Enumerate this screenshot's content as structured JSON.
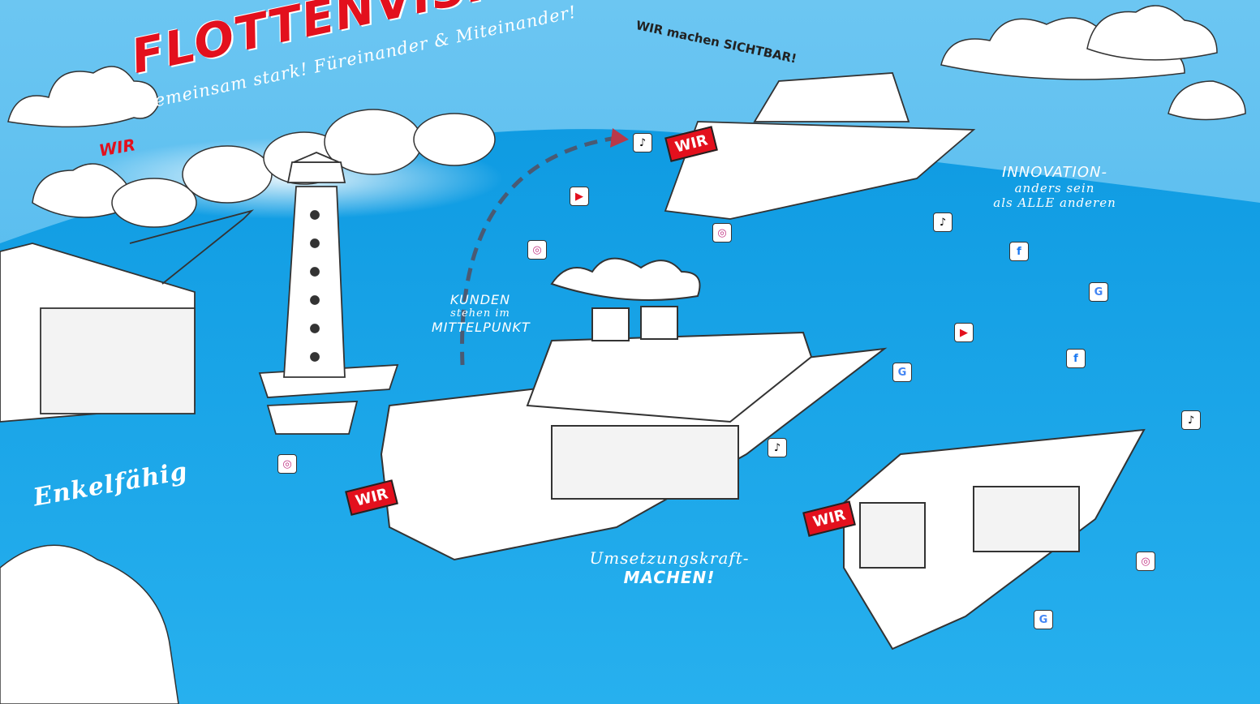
{
  "title": "FLOTTENVISION",
  "subtitle": "Gemeinsam stark! Füreinander & Miteinander!",
  "wir": "WIR",
  "sichtbar": "WIR machen SICHTBAR!",
  "kunden": {
    "line1": "KUNDEN",
    "line2": "stehen im",
    "line3": "MITTELPUNKT"
  },
  "innovation": {
    "line1": "INNOVATION-",
    "line2": "anders sein",
    "line3": "als ALLE anderen"
  },
  "enkel": "Enkelfähig",
  "umsetzung": {
    "line1": "Umsetzungskraft-",
    "line2": "MACHEN!"
  },
  "colors": {
    "sea": "#1aa2e6",
    "sky": "#4fb8ee",
    "accent": "#e3101d",
    "ink": "#222222"
  },
  "icons": {
    "youtube": "youtube-icon",
    "instagram": "instagram-icon",
    "tiktok": "tiktok-icon",
    "facebook": "facebook-icon",
    "google": "google-icon"
  }
}
